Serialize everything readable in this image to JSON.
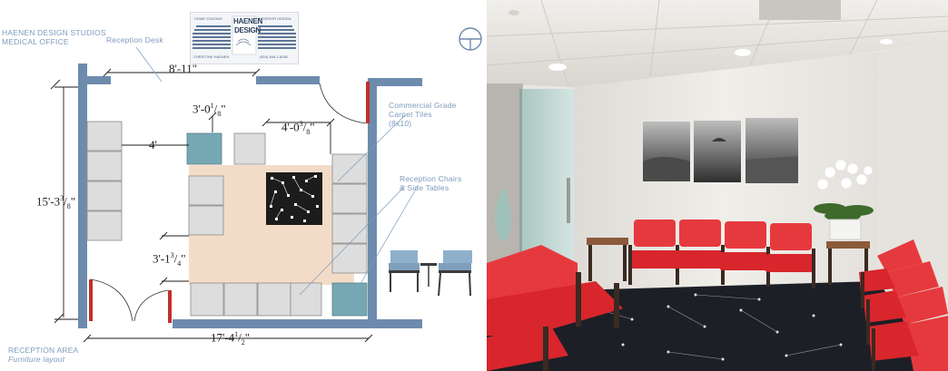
{
  "plan": {
    "studio_name_line1": "HAENEN DESIGN STUDIOS",
    "studio_name_line2": "MEDICAL OFFICE",
    "logo": {
      "left_caption": "HOME STAGING",
      "right_caption": "INTERIOR DESIGN",
      "logo_word_top": "HAENEN",
      "logo_word_bottom": "DESIGN",
      "bottom_left": "CHRISTINE HAENEN",
      "bottom_right": "(503) 646-1-8280"
    },
    "labels": {
      "reception_desk": "Reception Desk",
      "carpet_line1": "Commercial Grade",
      "carpet_line2": "Carpet Tiles",
      "carpet_line3": "(8x10)",
      "chairs_line1": "Reception Chairs",
      "chairs_line2": "& Side Tables",
      "area_line1": "RECEPTION AREA",
      "area_line2": "Furniture layout"
    },
    "dimensions": {
      "top_width": "8'-11\"",
      "table_width_main": "3'-0",
      "table_width_frac": "1",
      "table_width_den": "8",
      "gap_main": "4'-0",
      "gap_frac": "3",
      "gap_den": "8",
      "chair_gap": "4'",
      "left_height_main": "15'-3",
      "left_height_frac": "3",
      "left_height_den": "8",
      "inner_height_main": "3'-1",
      "inner_height_frac": "3",
      "inner_height_den": "4",
      "bottom_width_main": "17'-4",
      "bottom_width_frac": "1",
      "bottom_width_den": "2"
    },
    "colors": {
      "wall": "#6d8bad",
      "door": "#c0312b",
      "carpet": "#f3dcc7",
      "chair": "#dddddd",
      "table": "#76a8b3",
      "label": "#7d9bbd"
    }
  },
  "photo": {
    "colors": {
      "chair_red": "#e6393e",
      "wall": "#eeebe6",
      "carpet": "#1d1f26",
      "frame": "#3a2a22"
    }
  }
}
